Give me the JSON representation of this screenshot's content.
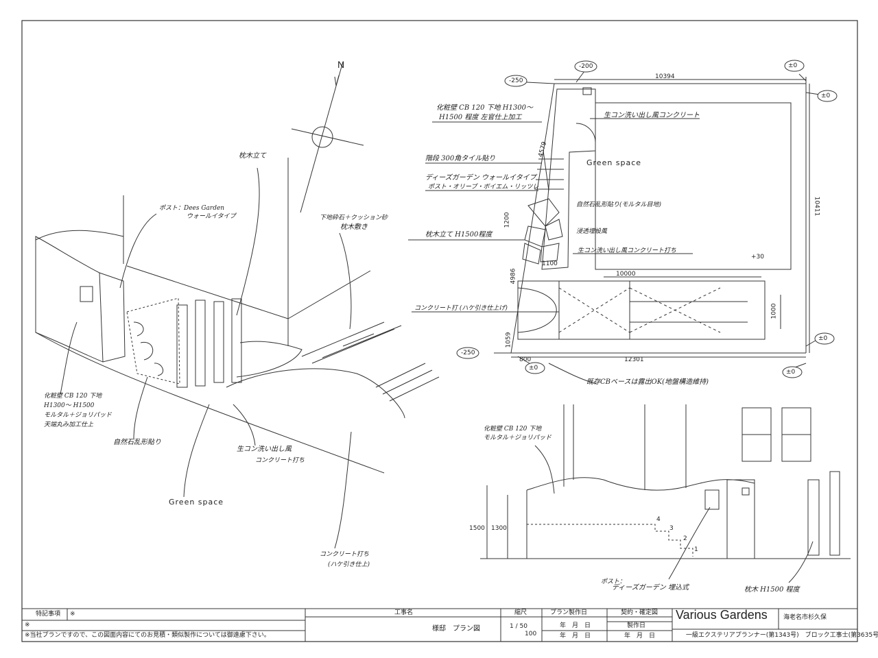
{
  "north_label": "N",
  "annotations": {
    "plan": {
      "wall_note_1": "化粧壁 CB 120 下地 H1300～",
      "wall_note_2": "H1500 程度 左官仕上加工",
      "concrete_top": "生コン洗い出し風コンクリート",
      "steps": "階段 300角タイル貼り",
      "green_space": "Green space",
      "deesgarden_1": "ディーズガーデン ウォールイタイプ",
      "deesgarden_2": "ポスト・オリーブ・ボイエム・リッツレ",
      "natural_stone": "自然石乱形貼り(モルタル目地)",
      "sleeper_post": "枕木立て H1500程度",
      "cushion_sand": "浸透埋設風",
      "concrete_bottom": "生コン洗い出し風コンクリート打ち",
      "concrete_drive": "コンクリート打 (ハケ引き仕上げ)",
      "cb_base_note": "既存CBベースは露出OK(地盤構造維持)"
    },
    "perspective": {
      "post_1": "ポスト：Dees Garden",
      "post_2": "ウォールイタイプ",
      "sleeper_post": "枕木立て",
      "sleeper_floor_1": "下地砕石＋クッション砂",
      "sleeper_floor_2": "枕木敷き",
      "wall_1": "化粧壁 CB 120 下地",
      "wall_2": "H1300～ H1500",
      "wall_3": "モルタル＋ジョリパッド",
      "wall_4": "天端丸み加工仕上",
      "natural_stone": "自然石乱形貼り",
      "wash_1": "生コン洗い出し風",
      "wash_2": "コンクリート打ち",
      "green_space": "Green space",
      "concrete_1": "コンクリート打ち",
      "concrete_2": "(ハケ引き仕上)"
    },
    "elevation": {
      "wall_1": "化粧壁 CB 120 下地",
      "wall_2": "モルタル＋ジョリパッド",
      "post_1": "ポスト：",
      "post_2": "ディーズガーデン 埋込式",
      "sleeper": "枕木 H1500 程度"
    }
  },
  "levels": {
    "minus250_a": "-250",
    "minus200": "-200",
    "zero_a": "±0",
    "zero_b": "±0",
    "zero_c": "±0",
    "zero_d": "±0",
    "minus250_b": "-250",
    "zero_e": "±0"
  },
  "dimensions": {
    "top": "10394",
    "right": "10411",
    "bottom": "12301",
    "mid": "10000",
    "drive_h": "1000",
    "stair_diag": "4579",
    "wall_1200": "1200",
    "d1100": "1100",
    "d4986": "4986",
    "d1059": "1059",
    "d800": "800",
    "elev_1500": "1500",
    "elev_1300": "1300",
    "step_1": "1",
    "step_2": "2",
    "step_3": "3",
    "step_4": "4",
    "plus30": "+30"
  },
  "title_block": {
    "special_label": "特記事項",
    "special_mark": "※",
    "note_mark": "※",
    "disclaimer": "※当社プランですので、この図面内容にてのお見積・類似製作については御遠慮下さい。",
    "project_label": "工事名",
    "project_value": "様邸　プラン図",
    "scale_label": "縮尺",
    "scale_value_1": "1 / 50",
    "scale_value_2": "100",
    "plan_date_label": "プラン製作日",
    "date_row_1": "年　月　日",
    "date_row_2": "年　月　日",
    "contract_label": "契約・確定図",
    "production_label": "製作日",
    "date_row_3": "年　月　日",
    "company": "Various Gardens",
    "location": "海老名市杉久保",
    "license": "一級エクステリアプランナー(第1343号)　ブロック工事士(第3635号)"
  }
}
